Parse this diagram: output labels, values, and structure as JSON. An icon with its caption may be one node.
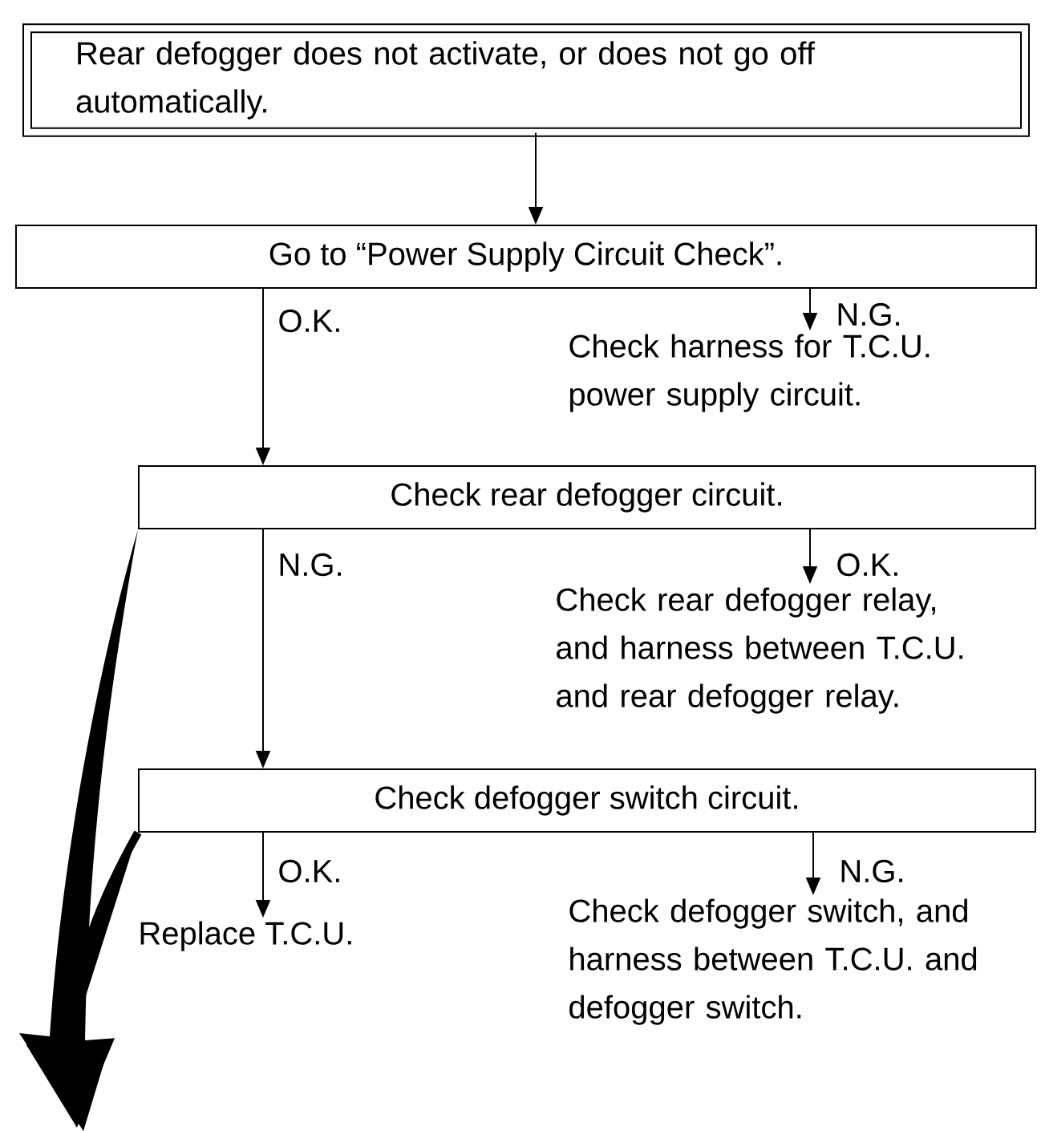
{
  "diagram": {
    "nodes": [
      {
        "text": [
          "Rear defogger does not activate, or does not go off automatically."
        ]
      },
      {
        "text": [
          "Go to “Power Supply Circuit Check”."
        ]
      },
      {
        "text": [
          "Check harness for T.C.U. power supply circuit."
        ]
      },
      {
        "text": [
          "Check rear defogger circuit."
        ]
      },
      {
        "text": [
          "Check rear defogger relay, and harness between T.C.U. and rear defogger relay."
        ]
      },
      {
        "text": [
          "Check defogger switch circuit."
        ]
      },
      {
        "text": [
          "Replace T.C.U."
        ]
      },
      {
        "text": [
          "Check defogger switch, and harness between T.C.U. and defogger switch."
        ]
      }
    ],
    "edges": [
      {
        "from": 0,
        "to": 1,
        "arrow": "to"
      },
      {
        "from": 1,
        "to": 3,
        "arrow": "to",
        "label": "O.K."
      },
      {
        "from": 1,
        "to": 2,
        "arrow": "to",
        "label": "N.G."
      },
      {
        "from": 3,
        "to": 5,
        "arrow": "to",
        "label": "N.G."
      },
      {
        "from": 3,
        "to": 4,
        "arrow": "to",
        "label": "O.K."
      },
      {
        "from": 5,
        "to": 6,
        "arrow": "to",
        "label": "O.K."
      },
      {
        "from": 5,
        "to": 7,
        "arrow": "to",
        "label": "N.G."
      },
      {
        "from": 3,
        "to": null,
        "arrow": "to",
        "style": "thick"
      },
      {
        "from": 5,
        "to": null,
        "arrow": "to",
        "style": "thick"
      }
    ]
  }
}
